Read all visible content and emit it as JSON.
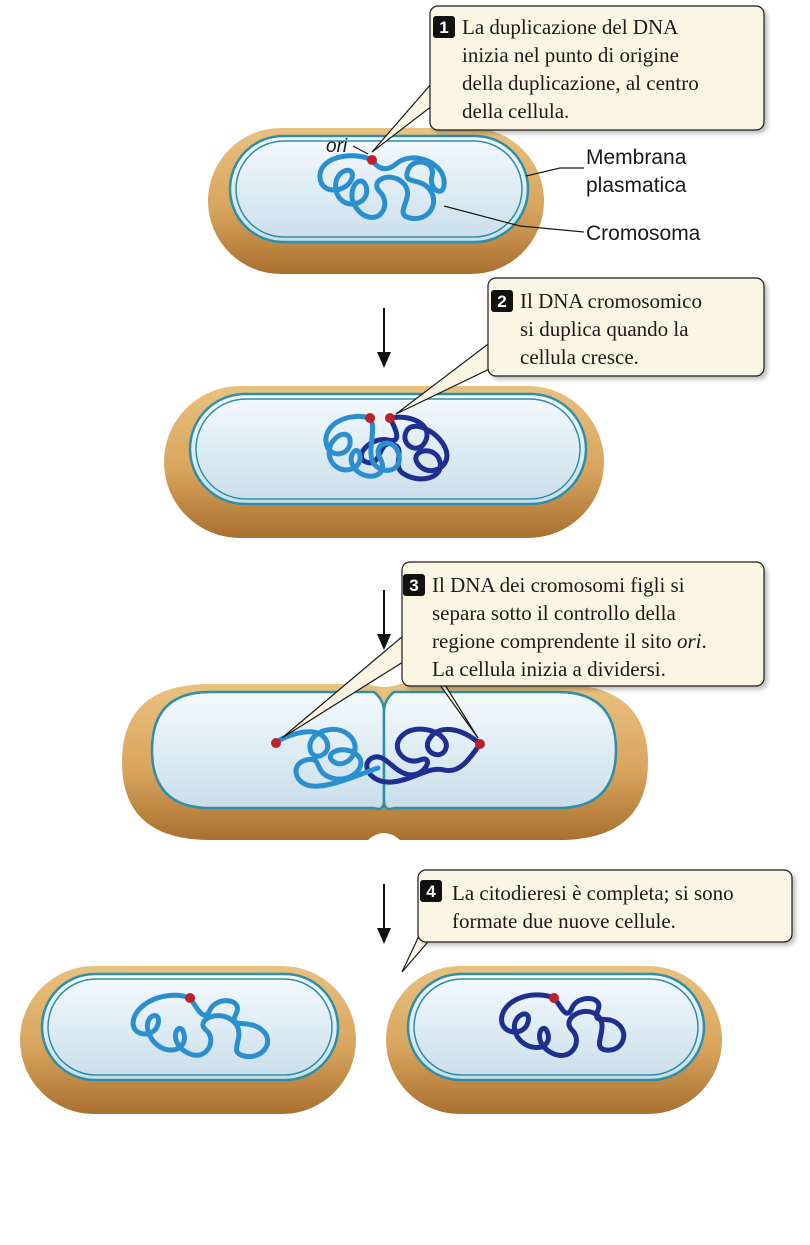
{
  "steps": [
    {
      "number": "1",
      "lines": [
        "La duplicazione del DNA",
        "inizia nel punto di origine",
        "della duplicazione, al centro",
        "della cellula."
      ]
    },
    {
      "number": "2",
      "lines": [
        "Il DNA cromosomico",
        "si duplica quando la",
        "cellula cresce."
      ]
    },
    {
      "number": "3",
      "lines": [
        "Il DNA dei cromosomi figli si",
        "separa sotto il controllo della",
        "regione comprendente il sito",
        "La cellula inizia a dividersi."
      ],
      "ori_italic": "ori",
      "ori_after": "."
    },
    {
      "number": "4",
      "lines": [
        "La citodieresi è completa; si sono",
        "formate due nuove cellule."
      ]
    }
  ],
  "labels": {
    "ori": "ori",
    "membrane_line1": "Membrana",
    "membrane_line2": "plasmatica",
    "chromosome": "Cromosoma"
  },
  "colors": {
    "wall": "#d8a55e",
    "wall_dark": "#b77f3b",
    "cytoplasm": "#dcecf4",
    "membrane": "#2f8fa8",
    "dna_light": "#2b8fcf",
    "dna_dark": "#1f2f8f",
    "ori_dot": "#c0202a",
    "callout_bg": "#fbf6e3"
  },
  "icons": [
    "down-arrow-icon",
    "step-badge-icon",
    "origin-dot-icon"
  ]
}
